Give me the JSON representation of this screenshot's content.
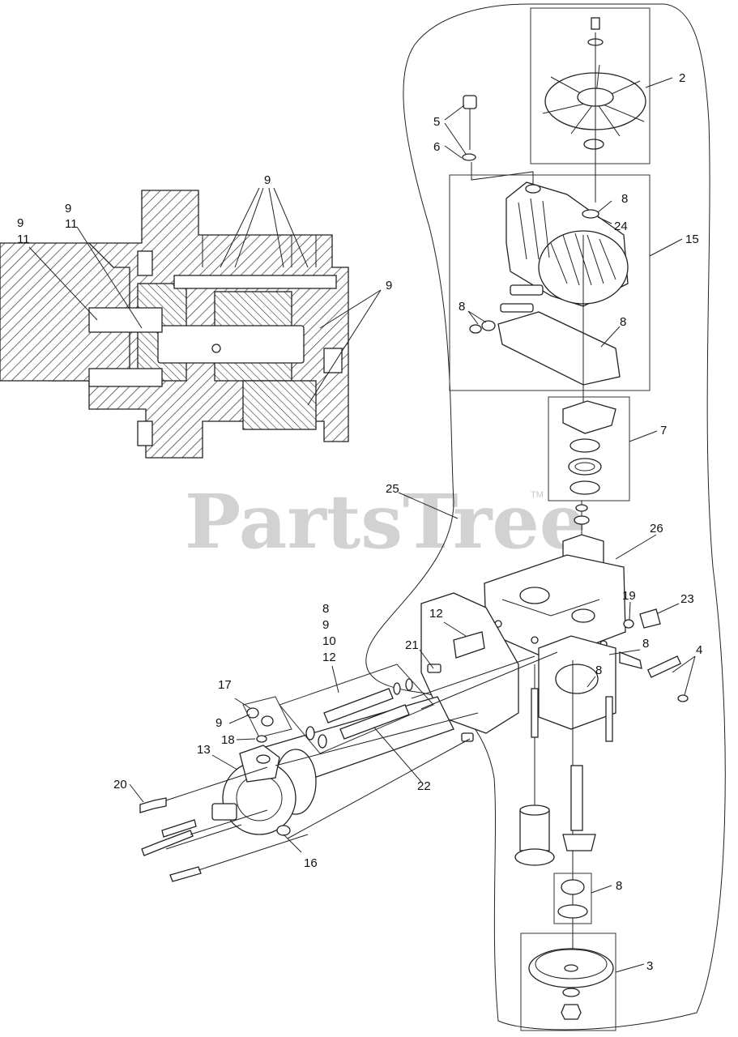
{
  "watermark": {
    "text": "PartsTree",
    "trademark": "TM"
  },
  "callouts": {
    "c2": "2",
    "c3": "3",
    "c4": "4",
    "c5": "5",
    "c6": "6",
    "c7": "7",
    "c8_fan": "8",
    "c24": "24",
    "c15": "15",
    "c8_left": "8",
    "c8_gasket": "8",
    "c26": "26",
    "c19": "19",
    "c23": "23",
    "c8_right": "8",
    "c8_mid": "8",
    "c8_bearing": "8",
    "c25": "25",
    "c12_top": "12",
    "c21": "21",
    "c17": "17",
    "c9_small": "9",
    "c18": "18",
    "c13": "13",
    "c20": "20",
    "c16": "16",
    "c22": "22",
    "stack_8": "8",
    "stack_9": "9",
    "stack_10": "10",
    "stack_12": "12",
    "sec_9_top": "9",
    "sec_9_right": "9",
    "sec_9a": "9",
    "sec_11a": "11",
    "sec_9b": "9",
    "sec_11b": "11"
  }
}
